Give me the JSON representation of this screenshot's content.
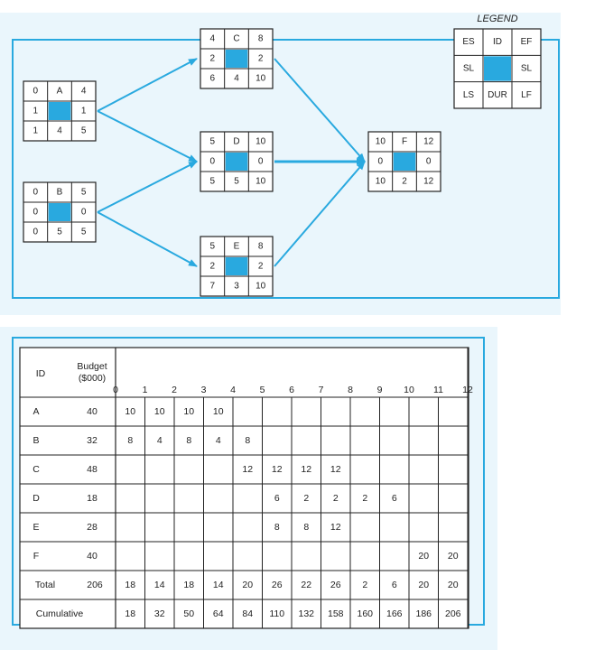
{
  "legend": {
    "title": "LEGEND",
    "cells": [
      "ES",
      "ID",
      "EF",
      "SL",
      "SL",
      "LS",
      "DUR",
      "LF"
    ]
  },
  "nodes": [
    {
      "id": "A",
      "es": "0",
      "ef": "4",
      "sl": "1",
      "sl_right": "1",
      "ls": "1",
      "dur": "4",
      "lf": "5"
    },
    {
      "id": "B",
      "es": "0",
      "ef": "5",
      "sl": "0",
      "sl_right": "0",
      "ls": "0",
      "dur": "5",
      "lf": "5"
    },
    {
      "id": "C",
      "es": "4",
      "ef": "8",
      "sl": "2",
      "sl_right": "2",
      "ls": "6",
      "dur": "4",
      "lf": "10"
    },
    {
      "id": "D",
      "es": "5",
      "ef": "10",
      "sl": "0",
      "sl_right": "0",
      "ls": "5",
      "dur": "5",
      "lf": "10"
    },
    {
      "id": "E",
      "es": "5",
      "ef": "8",
      "sl": "2",
      "sl_right": "2",
      "ls": "7",
      "dur": "3",
      "lf": "10"
    },
    {
      "id": "F",
      "es": "10",
      "ef": "12",
      "sl": "0",
      "sl_right": "0",
      "ls": "10",
      "dur": "2",
      "lf": "12"
    }
  ],
  "edges": [
    {
      "from": "A",
      "to": "C"
    },
    {
      "from": "A",
      "to": "D"
    },
    {
      "from": "B",
      "to": "D"
    },
    {
      "from": "B",
      "to": "E"
    },
    {
      "from": "C",
      "to": "F"
    },
    {
      "from": "D",
      "to": "F"
    },
    {
      "from": "E",
      "to": "F"
    }
  ],
  "table": {
    "id_header": "ID",
    "budget_header_line1": "Budget",
    "budget_header_line2": "($000)",
    "periods": [
      "0",
      "1",
      "2",
      "3",
      "4",
      "5",
      "6",
      "7",
      "8",
      "9",
      "10",
      "11",
      "12"
    ],
    "rows": [
      {
        "id": "A",
        "budget": "40",
        "values": [
          "10",
          "10",
          "10",
          "10",
          "",
          "",
          "",
          "",
          "",
          "",
          "",
          ""
        ]
      },
      {
        "id": "B",
        "budget": "32",
        "values": [
          "8",
          "4",
          "8",
          "4",
          "8",
          "",
          "",
          "",
          "",
          "",
          "",
          ""
        ]
      },
      {
        "id": "C",
        "budget": "48",
        "values": [
          "",
          "",
          "",
          "",
          "12",
          "12",
          "12",
          "12",
          "",
          "",
          "",
          ""
        ]
      },
      {
        "id": "D",
        "budget": "18",
        "values": [
          "",
          "",
          "",
          "",
          "",
          "6",
          "2",
          "2",
          "2",
          "6",
          "",
          ""
        ]
      },
      {
        "id": "E",
        "budget": "28",
        "values": [
          "",
          "",
          "",
          "",
          "",
          "8",
          "8",
          "12",
          "",
          "",
          "",
          ""
        ]
      },
      {
        "id": "F",
        "budget": "40",
        "values": [
          "",
          "",
          "",
          "",
          "",
          "",
          "",
          "",
          "",
          "",
          "20",
          "20"
        ]
      }
    ],
    "total": {
      "label": "Total",
      "budget": "206",
      "values": [
        "18",
        "14",
        "18",
        "14",
        "20",
        "26",
        "22",
        "26",
        "2",
        "6",
        "20",
        "20"
      ]
    },
    "cumulative": {
      "label": "Cumulative",
      "values": [
        "18",
        "32",
        "50",
        "64",
        "84",
        "110",
        "132",
        "158",
        "160",
        "166",
        "186",
        "206"
      ]
    }
  }
}
